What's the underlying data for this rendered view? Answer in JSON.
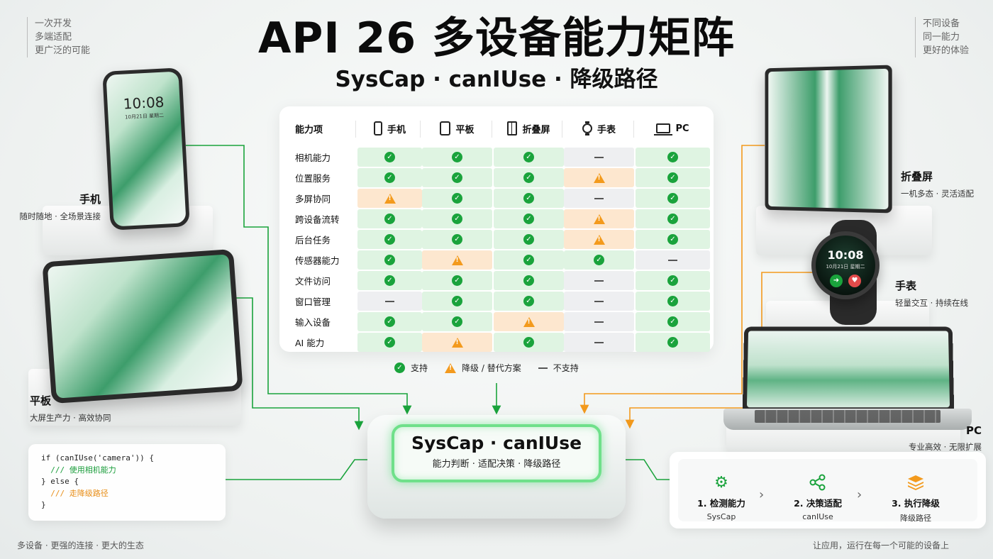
{
  "corner_left": [
    "一次开发",
    "多端适配",
    "更广泛的可能"
  ],
  "corner_right": [
    "不同设备",
    "同一能力",
    "更好的体验"
  ],
  "title": "API 26 多设备能力矩阵",
  "subtitle": "SysCap · canIUse · 降级路径",
  "matrix": {
    "header_label": "能力项",
    "columns": [
      "手机",
      "平板",
      "折叠屏",
      "手表",
      "PC"
    ],
    "column_icons": [
      "phone-icon",
      "tablet-icon",
      "foldable-icon",
      "watch-icon",
      "pc-icon"
    ],
    "rows": [
      {
        "name": "相机能力",
        "status": [
          "yes",
          "yes",
          "yes",
          "no",
          "yes"
        ]
      },
      {
        "name": "位置服务",
        "status": [
          "yes",
          "yes",
          "yes",
          "part",
          "yes"
        ]
      },
      {
        "name": "多屏协同",
        "status": [
          "part",
          "yes",
          "yes",
          "no",
          "yes"
        ]
      },
      {
        "name": "跨设备流转",
        "status": [
          "yes",
          "yes",
          "yes",
          "part",
          "yes"
        ]
      },
      {
        "name": "后台任务",
        "status": [
          "yes",
          "yes",
          "yes",
          "part",
          "yes"
        ]
      },
      {
        "name": "传感器能力",
        "status": [
          "yes",
          "part",
          "yes",
          "yes",
          "no"
        ]
      },
      {
        "name": "文件访问",
        "status": [
          "yes",
          "yes",
          "yes",
          "no",
          "yes"
        ]
      },
      {
        "name": "窗口管理",
        "status": [
          "no",
          "yes",
          "yes",
          "no",
          "yes"
        ]
      },
      {
        "name": "输入设备",
        "status": [
          "yes",
          "yes",
          "part",
          "no",
          "yes"
        ]
      },
      {
        "name": "AI 能力",
        "status": [
          "yes",
          "part",
          "yes",
          "no",
          "yes"
        ]
      }
    ]
  },
  "legend": {
    "yes": "支持",
    "part": "降级 / 替代方案",
    "no": "不支持"
  },
  "hub": {
    "title": "SysCap · canIUse",
    "subtitle": "能力判断 · 适配决策 · 降级路径"
  },
  "devices": {
    "phone": {
      "name": "手机",
      "desc": "随时随地 · 全场景连接",
      "time": "10:08",
      "date": "10月21日 星期二"
    },
    "tablet": {
      "name": "平板",
      "desc": "大屏生产力 · 高效协同"
    },
    "fold": {
      "name": "折叠屏",
      "desc": "一机多态 · 灵活适配"
    },
    "watch": {
      "name": "手表",
      "desc": "轻量交互 · 持续在线",
      "time": "10:08",
      "date": "10月21日 星期二"
    },
    "pc": {
      "name": "PC",
      "desc": "专业高效 · 无限扩展"
    }
  },
  "code": {
    "line1": "if (canIUse('camera')) {",
    "line2": "  /// 使用相机能力",
    "line3": "} else {",
    "line4": "  /// 走降级路径",
    "line5": "}"
  },
  "steps": [
    {
      "name": "1. 检测能力",
      "sub": "SysCap",
      "icon": "gear-icon"
    },
    {
      "name": "2. 决策适配",
      "sub": "canIUse",
      "icon": "share-nodes-icon"
    },
    {
      "name": "3. 执行降级",
      "sub": "降级路径",
      "icon": "layers-icon"
    }
  ],
  "footer_left": "多设备 · 更强的连接 · 更大的生态",
  "footer_right": "让应用，运行在每一个可能的设备上",
  "colors": {
    "green": "#1aa33c",
    "orange": "#f39a1d",
    "yes_bg": "#dff4e2",
    "part_bg": "#fde7cf",
    "no_bg": "#eeeff1"
  }
}
